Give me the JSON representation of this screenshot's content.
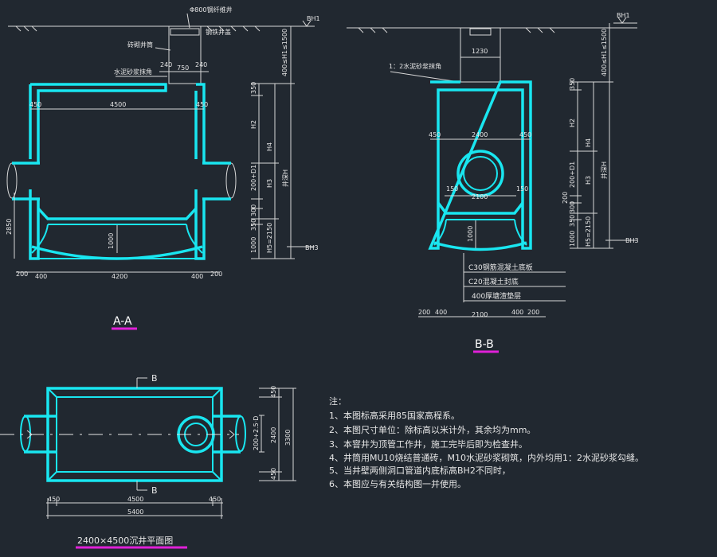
{
  "colors": {
    "background": "#212830",
    "structure": "#19e6f0",
    "dimension": "#d8d8d8",
    "underline": "#e020d8"
  },
  "section_aa": {
    "title": "A-A",
    "labels": {
      "manhole_cover": "Φ800钢纤维井",
      "ground": "钢铁井盖",
      "brick_shaft": "砖砌井筒",
      "mortar": "水泥砂浆抹角",
      "bh1": "BH1",
      "bh3": "BH3"
    },
    "dims": {
      "d240a": "240",
      "d750": "750",
      "d240b": "240",
      "d450a": "450",
      "d4500": "4500",
      "d450b": "450",
      "d1000": "1000",
      "d2850": "2850",
      "d200a": "200",
      "d400a": "400",
      "d4200": "4200",
      "d400b": "400",
      "d200b": "200"
    },
    "vdims": {
      "v_h1": "400≤H1≤1500",
      "v_350": "350",
      "v_h2": "H2",
      "v_h4": "H4",
      "v_200d1": "200+D1",
      "v_h3": "H3",
      "v_300": "300",
      "v_350b": "350",
      "v_1000": "1000",
      "v_h5": "H5=2150",
      "v_well": "井深H"
    }
  },
  "section_bb": {
    "title": "B-B",
    "labels": {
      "mortar": "1：2水泥砂浆抹角",
      "bh1": "BH1",
      "bh3": "BH3",
      "layer1": "C30钢筋混凝土底板",
      "layer2": "C20混凝土封底",
      "layer3": "400厚塘渣垫层"
    },
    "dims": {
      "d1230": "1230",
      "d450a": "450",
      "d2400": "2400",
      "d450b": "450",
      "d150a": "150",
      "d2100i": "2100",
      "d150b": "150",
      "d1000": "1000",
      "d200a": "200",
      "d400a": "400",
      "d2100": "2100",
      "d400b": "400",
      "d200b": "200"
    },
    "vdims": {
      "v_h1": "400≤H1≤1500",
      "v_350": "350",
      "v_h2": "H2",
      "v_h4": "H4",
      "v_200d1": "200+D1",
      "v_h3": "H3",
      "v_200": "200",
      "v_300": "300",
      "v_350b": "350",
      "v_1000": "1000",
      "v_h5": "H5=2150",
      "v_well": "井深H"
    }
  },
  "plan": {
    "title": "2400×4500沉井平面图",
    "section_mark": "B",
    "dims": {
      "d450a": "450",
      "d4500": "4500",
      "d450b": "450",
      "d5400": "5400",
      "v450a": "450",
      "v2400": "2400",
      "v3300": "3300",
      "v450b": "450",
      "v_d": "200+2.5·D"
    }
  },
  "notes": {
    "heading": "注：",
    "items": [
      "1、本图标高采用85国家高程系。",
      "2、本图尺寸单位：除标高以米计外，其余均为mm。",
      "3、本窨井为顶管工作井，施工完毕后即为检查井。",
      "4、井筒用MU10烧结普通砖，M10水泥砂浆砌筑，内外均用1：2水泥砂浆勾缝。",
      "5、当井壁两侧洞口管道内底标高BH2不同时，",
      "6、本图应与有关结构图一并使用。"
    ]
  }
}
